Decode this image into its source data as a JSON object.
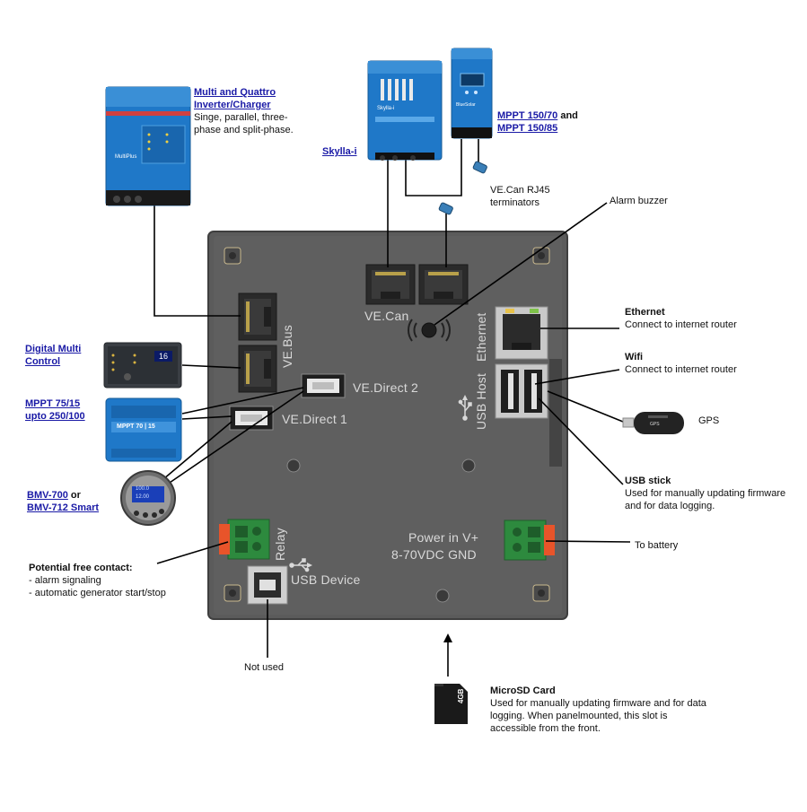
{
  "devices": {
    "multi_quattro": {
      "link": "Multi and Quattro Inverter/Charger",
      "desc": "Singe, parallel, three-phase and split-phase."
    },
    "skylla": {
      "link": "Skylla-i"
    },
    "mppt_150": {
      "link1": "MPPT 150/70",
      "and": " and",
      "link2": "MPPT 150/85"
    },
    "terminators": {
      "label": "VE.Can RJ45 terminators"
    },
    "alarm": {
      "label": "Alarm buzzer"
    },
    "digital_multi": {
      "link": "Digital Multi Control"
    },
    "mppt_75": {
      "link": "MPPT 75/15 upto 250/100"
    },
    "bmv": {
      "link1": "BMV-700",
      "or": " or",
      "link2": "BMV-712 Smart"
    },
    "ethernet": {
      "title": "Ethernet",
      "desc": "Connect to internet router"
    },
    "wifi": {
      "title": "Wifi",
      "desc": "Connect to internet router"
    },
    "gps": {
      "title": "GPS"
    },
    "usb_stick": {
      "title": "USB stick",
      "desc": "Used for manually updating firmware and for data logging."
    },
    "battery": {
      "title": "To battery"
    },
    "contact": {
      "title": "Potential free contact:",
      "line1": "- alarm signaling",
      "line2": "- automatic generator start/stop"
    },
    "not_used": {
      "label": "Not used"
    },
    "microsd": {
      "title": "MicroSD Card",
      "desc": "Used for manually updating firmware and for data logging. When panelmounted, this slot is accessible from the front.",
      "card_text": "4GB"
    }
  },
  "panel": {
    "vecan": "VE.Can",
    "vebus": "VE.Bus",
    "vedirect1": "VE.Direct 1",
    "vedirect2": "VE.Direct 2",
    "ethernet": "Ethernet",
    "usb_host": "USB Host",
    "power_in": "Power in  V+",
    "power_range": "8-70VDC GND",
    "relay": "Relay",
    "usb_device": "USB Device"
  },
  "screens": {
    "multi": "MultiPlus",
    "skylla": "Skylla-i",
    "mppt150": "BlueSolar",
    "digital_multi_value": "16",
    "mppt75": "MPPT 70 | 15",
    "bmv_line1": "100.0",
    "bmv_line2": "12.00",
    "gps_text": "GPS"
  },
  "colors": {
    "panel": "#595959",
    "victron_blue": "#1f78c8",
    "connector_green": "#2d8a3e",
    "link": "#1a1aa6"
  }
}
